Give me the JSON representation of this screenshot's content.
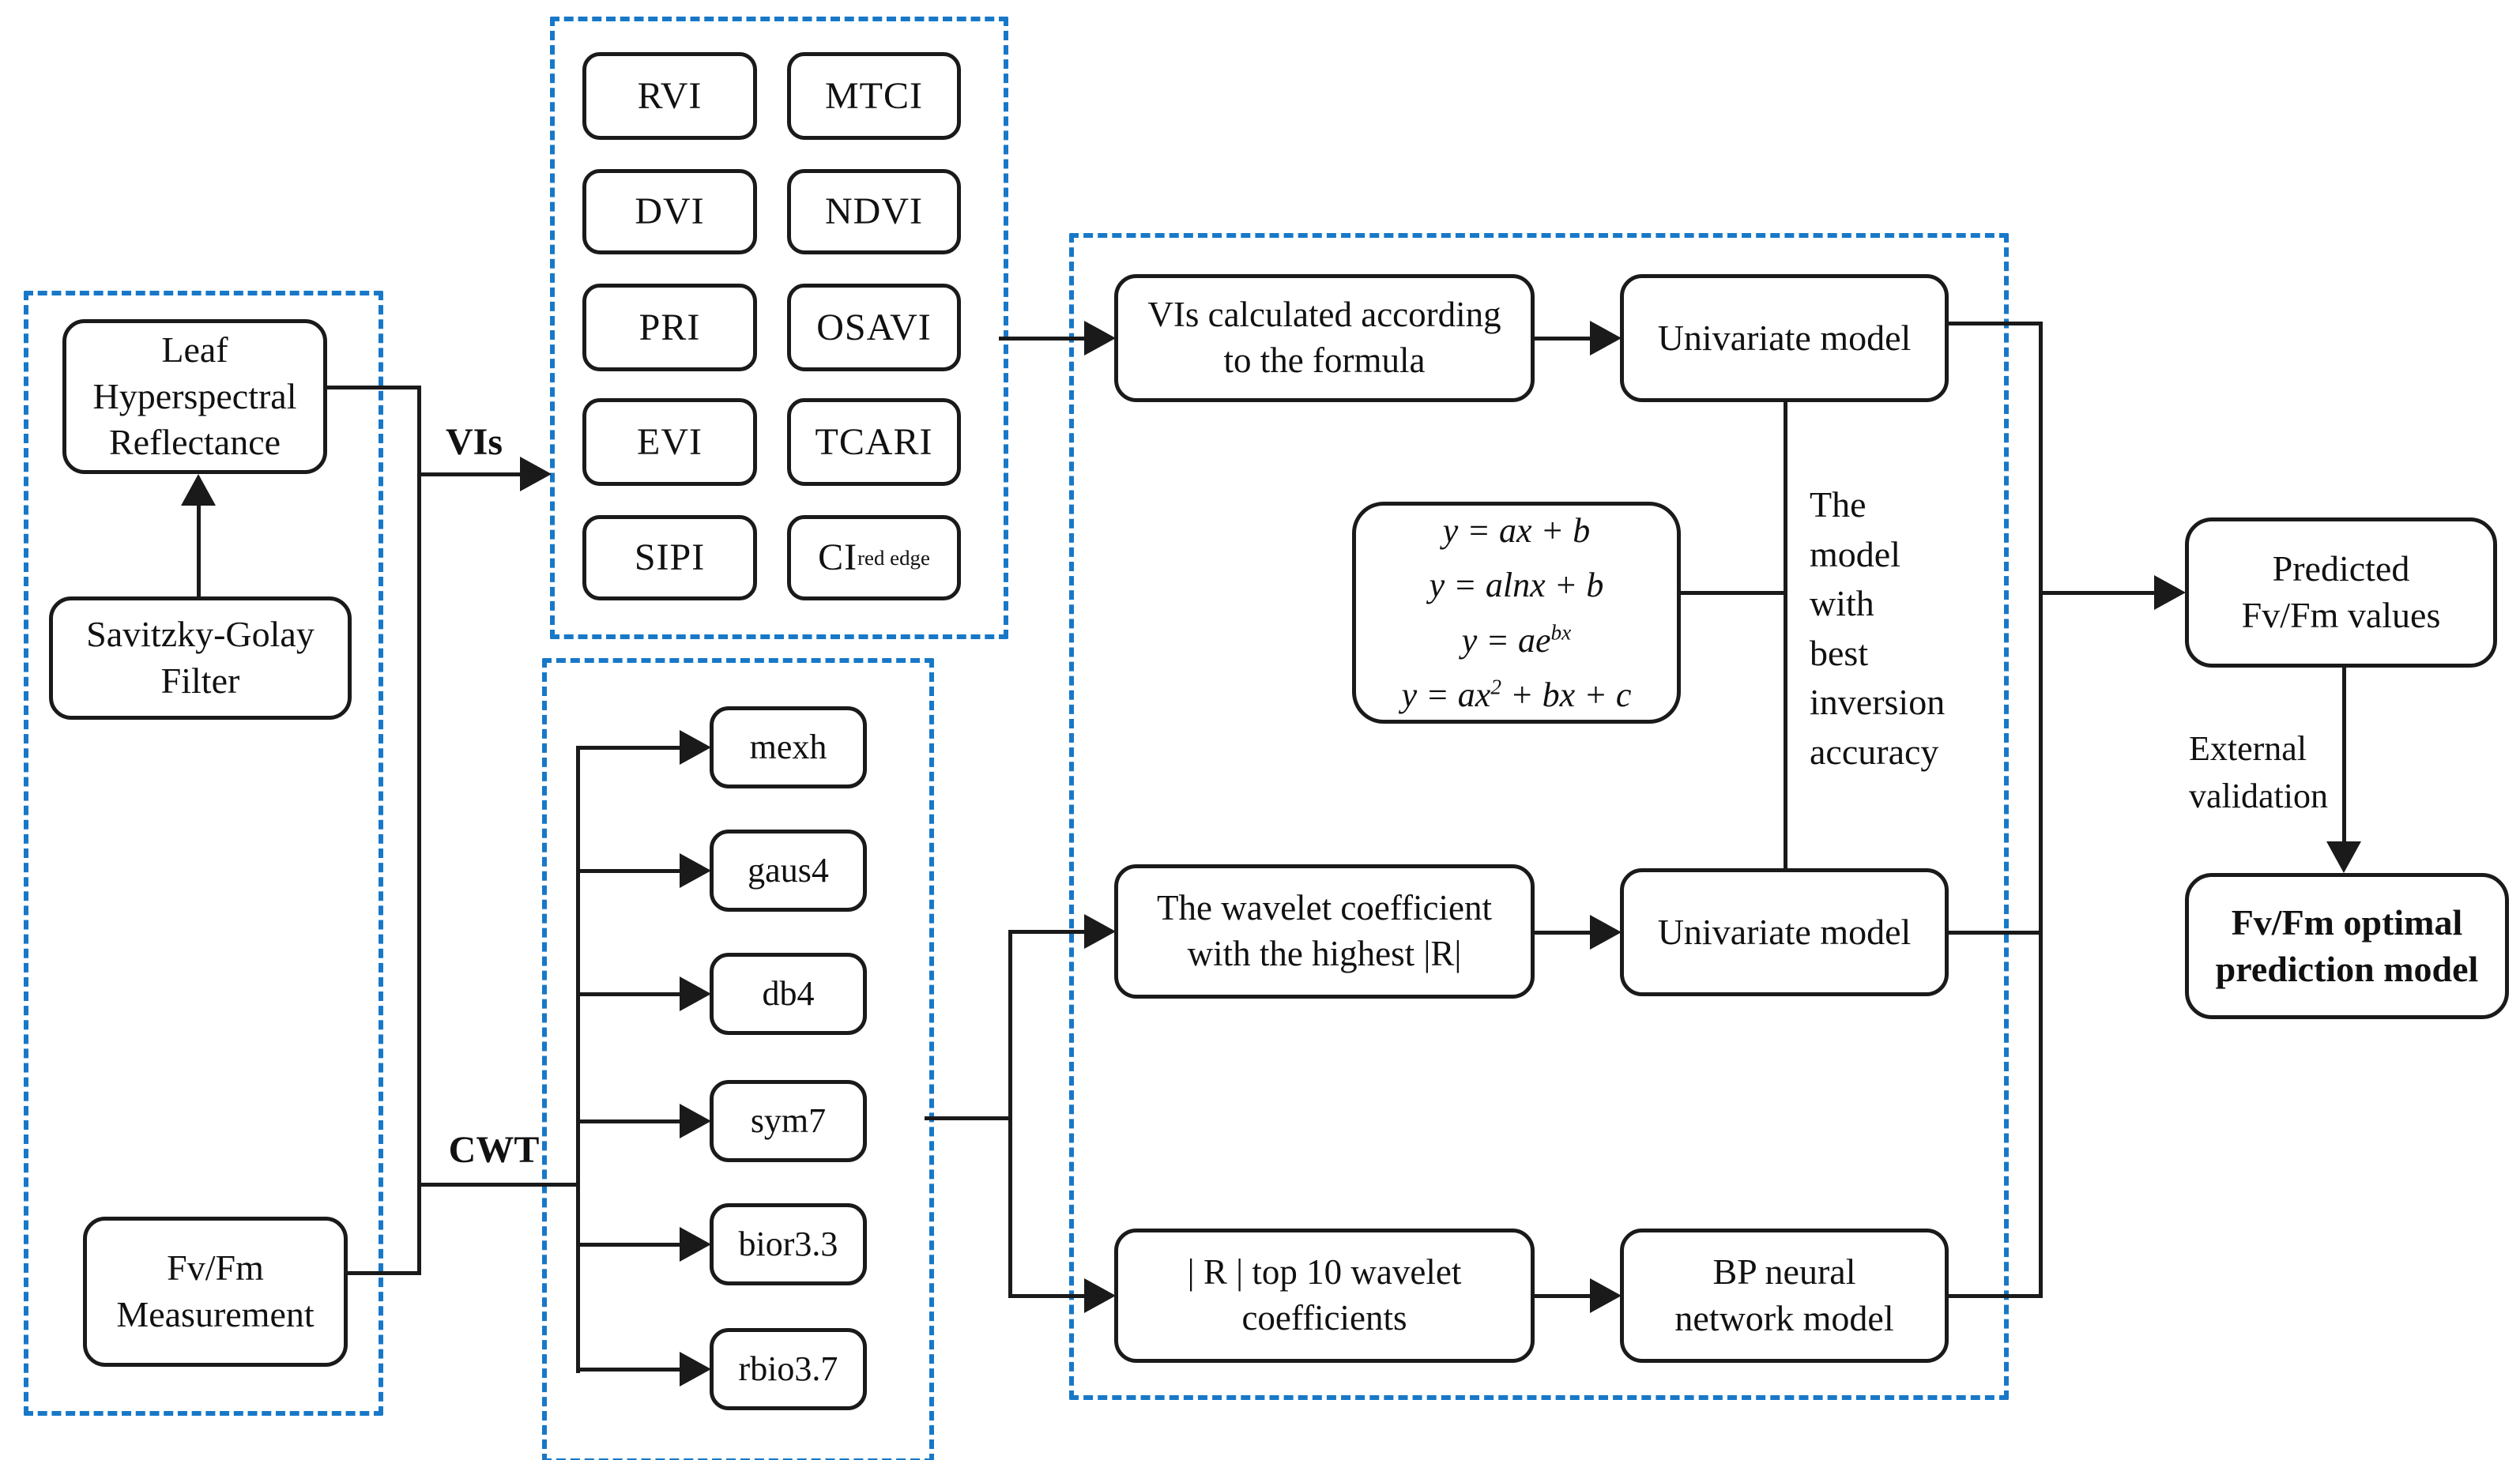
{
  "colors": {
    "dashed_panel_blue": "#1878c8",
    "line_black": "#1a1a1a",
    "background": "#ffffff"
  },
  "left_panel": {
    "leaf_box": "Leaf\nHyperspectral\nReflectance",
    "filter_box": "Savitzky-Golay\nFilter",
    "fvfm_box": "Fv/Fm\nMeasurement"
  },
  "edge_labels": {
    "vis": "VIs",
    "cwt": "CWT"
  },
  "vis_panel": {
    "items": [
      "RVI",
      "MTCI",
      "DVI",
      "NDVI",
      "PRI",
      "OSAVI",
      "EVI",
      "TCARI",
      "SIPI"
    ],
    "ci": {
      "base": "CI",
      "sub": "red edge"
    }
  },
  "cwt_panel": {
    "items": [
      "mexh",
      "gaus4",
      "db4",
      "sym7",
      "bior3.3",
      "rbio3.7"
    ]
  },
  "model_panel": {
    "vis_calc_box": "VIs calculated according\nto the formula",
    "univariate_top_box": "Univariate model",
    "formulas": [
      {
        "main": "y = ax + b",
        "sup": "",
        "tail": ""
      },
      {
        "main": "y = alnx + b",
        "sup": "",
        "tail": ""
      },
      {
        "main": "y = ae",
        "sup": "bx",
        "tail": ""
      },
      {
        "main": "y = ax",
        "sup": "2",
        "tail": " + bx + c"
      }
    ],
    "note": "The\nmodel\nwith\nbest\ninversion\naccuracy",
    "wavelet_coef_box": "The wavelet coefficient\nwith the highest |R|",
    "univariate_bottom_box": "Univariate model",
    "top10_box": "| R | top 10 wavelet\ncoefficients",
    "bp_box": "BP neural\nnetwork model"
  },
  "output_panel": {
    "predicted_box": "Predicted\nFv/Fm values",
    "external_validation_label": "External\nvalidation",
    "optimal_box": "Fv/Fm optimal\nprediction model"
  }
}
